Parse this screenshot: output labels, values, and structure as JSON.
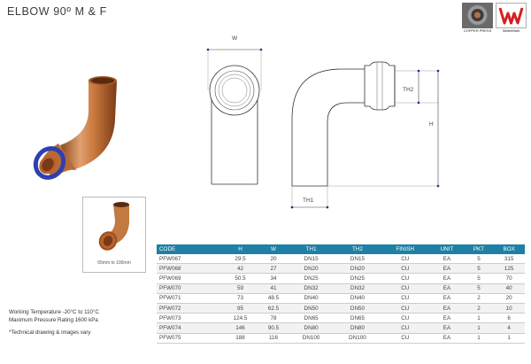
{
  "header": {
    "title": "ELBOW 90º M & F"
  },
  "logos": {
    "left_caption": "COPPER PRESS",
    "right_caption": "WaterMark"
  },
  "photo": {
    "caption": "65mm to 100mm"
  },
  "drawing": {
    "label_w": "W",
    "label_th1": "TH1",
    "label_th2": "TH2",
    "label_h": "H"
  },
  "notes": {
    "working_temperature": "Working Temperature -20°C to 110°C",
    "max_pressure": "Maximum Pressure Rating 1600 kPa",
    "disclaimer": "*Technical drawing & images vary"
  },
  "colors": {
    "table_header": "#1e80a4",
    "copper": "#c8783c",
    "oring": "#2e3fb0"
  },
  "table": {
    "headers": [
      "CODE",
      "H",
      "W",
      "TH1",
      "TH2",
      "FINISH",
      "UNIT",
      "PKT",
      "BOX"
    ],
    "rows": [
      [
        "PFW067",
        "29.5",
        "20",
        "DN15",
        "DN15",
        "CU",
        "EA",
        "5",
        "315"
      ],
      [
        "PFW068",
        "42",
        "27",
        "DN20",
        "DN20",
        "CU",
        "EA",
        "5",
        "125"
      ],
      [
        "PFW069",
        "50.5",
        "34",
        "DN25",
        "DN25",
        "CU",
        "EA",
        "5",
        "70"
      ],
      [
        "PFW070",
        "59",
        "41",
        "DN32",
        "DN32",
        "CU",
        "EA",
        "5",
        "40"
      ],
      [
        "PFW071",
        "73",
        "48.5",
        "DN40",
        "DN40",
        "CU",
        "EA",
        "2",
        "20"
      ],
      [
        "PFW072",
        "95",
        "62.5",
        "DN50",
        "DN50",
        "CU",
        "EA",
        "2",
        "10"
      ],
      [
        "PFW073",
        "124.5",
        "78",
        "DN65",
        "DN65",
        "CU",
        "EA",
        "1",
        "6"
      ],
      [
        "PFW074",
        "146",
        "90.5",
        "DN80",
        "DN80",
        "CU",
        "EA",
        "1",
        "4"
      ],
      [
        "PFW075",
        "188",
        "116",
        "DN100",
        "DN100",
        "CU",
        "EA",
        "1",
        "1"
      ]
    ]
  }
}
